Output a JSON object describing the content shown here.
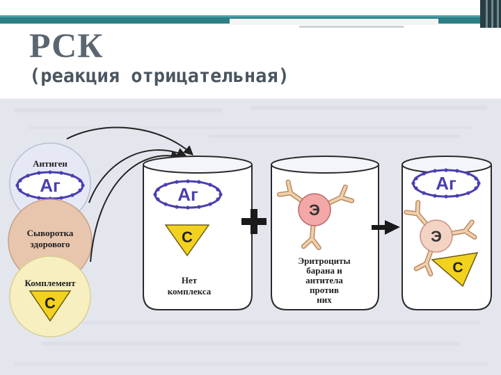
{
  "slide": {
    "title": "РСК",
    "subtitle": "(реакция отрицательная)"
  },
  "diagram": {
    "circles": {
      "antigen_label": "Антиген",
      "serum_label_line1": "Сыворотка",
      "serum_label_line2": "здорового",
      "complement_label": "Комплемент"
    },
    "symbols": {
      "antigen": "Аг",
      "complement": "С",
      "erythrocyte": "Э"
    },
    "tube1_label_line1": "Нет",
    "tube1_label_line2": "комплекса",
    "tube2_label_line1": "Эритроциты",
    "tube2_label_line2": "барана и",
    "tube2_label_line3": "антитела",
    "tube2_label_line4": "против",
    "tube2_label_line5": "них",
    "colors": {
      "antigen_ellipse": "#4a3fb0",
      "complement_triangle": "#f2d21f",
      "erythrocyte": "#f3a7a7",
      "antibody": "#e8c39e",
      "circle_top": "#e6e8f6",
      "circle_middle": "#e8c6ae",
      "circle_bottom": "#f7efc0"
    }
  }
}
